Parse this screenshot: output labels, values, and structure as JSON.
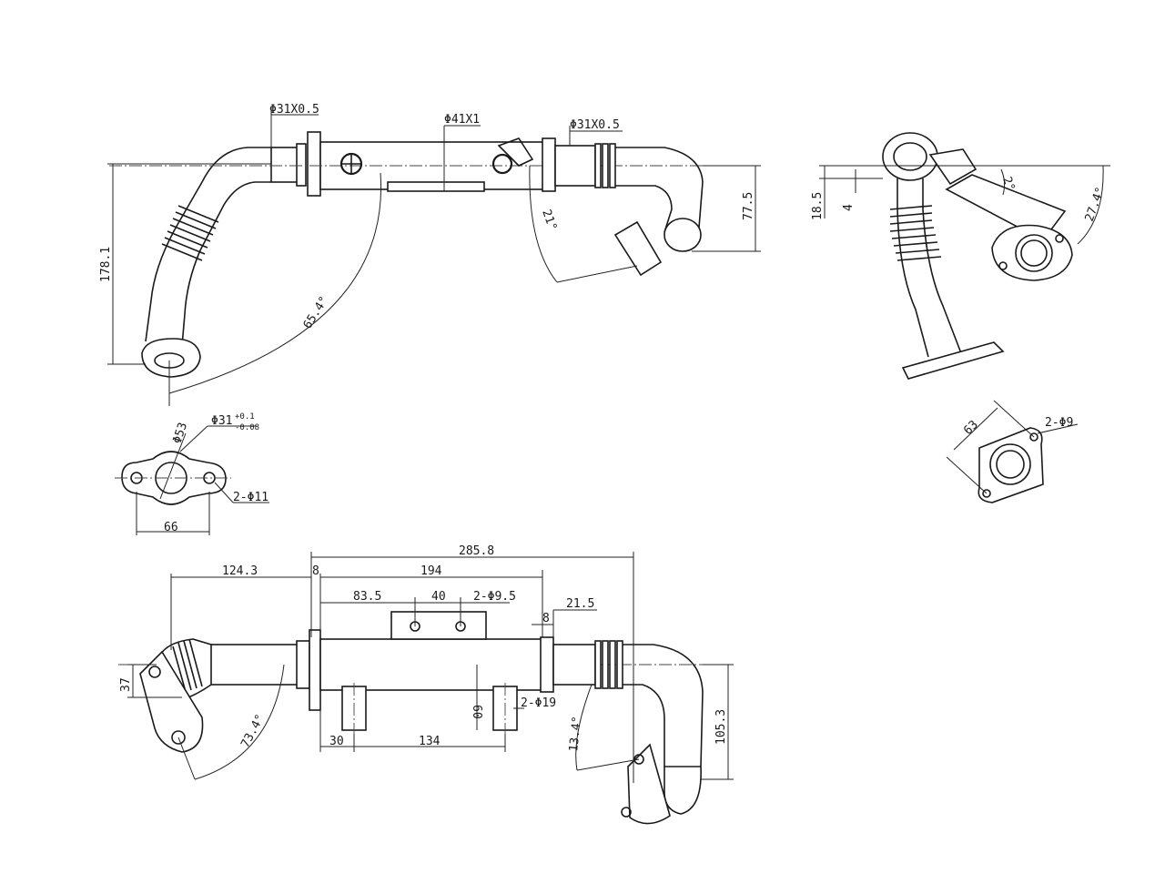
{
  "labels": {
    "top": {
      "d_left": "Φ31X0.5",
      "d_mid": "Φ41X1",
      "d_right": "Φ31X0.5",
      "h_left": "178.1",
      "h_right": "77.5",
      "ang_left": "65.4°",
      "ang_right": "21°"
    },
    "side": {
      "h1": "18.5",
      "h2": "4",
      "ang_small": "2°",
      "ang_big": "27.4°"
    },
    "flange_left": {
      "pcd": "Φ53",
      "bore": "Φ31",
      "tol_upper": "+0.1",
      "tol_lower": "-0.08",
      "holes": "2-Φ11",
      "width": "66"
    },
    "flange_right": {
      "pcd": "63",
      "holes": "2-Φ9"
    },
    "bottom": {
      "total": "285.8",
      "left_len": "124.3",
      "gap": "8",
      "body": "194",
      "tab_off": "83.5",
      "tab_pitch": "40",
      "tab_holes": "2-Φ9.5",
      "right_gap": "8",
      "right_len": "21.5",
      "h_left": "37",
      "pipe_h": "60",
      "pipe_d": "2-Φ19",
      "off30": "30",
      "pitch134": "134",
      "ang_left": "73.4°",
      "ang_right": "13.4°",
      "h_right": "105.3"
    }
  }
}
